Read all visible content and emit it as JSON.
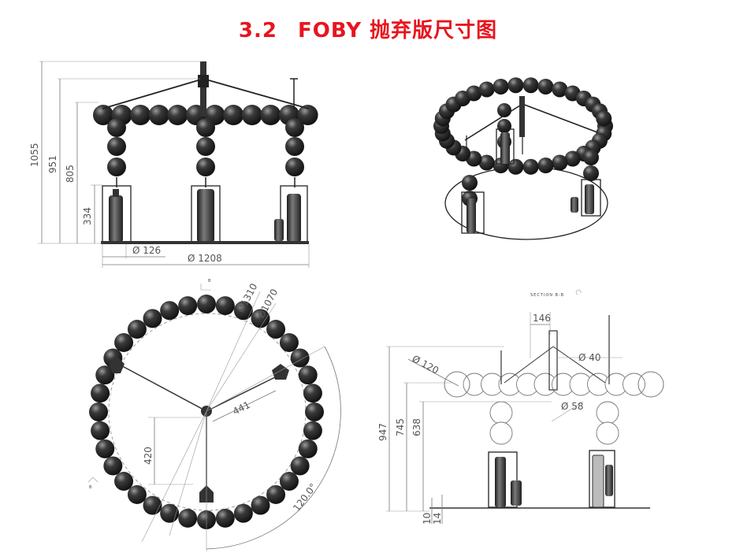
{
  "title": {
    "number": "3.2",
    "text": "FOBY 抛弃版尺寸图"
  },
  "front_view": {
    "dims": {
      "h1": "1055",
      "h2": "951",
      "h3": "805",
      "h4": "334",
      "d_small": "Ø 126",
      "d_large": "Ø 1208"
    }
  },
  "top_view": {
    "dims": {
      "d1": "Ø1310",
      "d2": "Ø1070",
      "r": "441",
      "h": "420",
      "angle": "120.0°",
      "section_mark": "B"
    }
  },
  "section_view": {
    "label": "SECTION B-B",
    "dims": {
      "w": "146",
      "d_ball": "Ø 120",
      "d_rod": "Ø 40",
      "d_hub": "Ø 58",
      "h1": "947",
      "h2": "745",
      "h3": "638",
      "b1": "10",
      "b2": "14"
    }
  },
  "colors": {
    "title": "#e8141e",
    "sphere_dark": "#1a1a1a",
    "sphere_light": "#8a8a8a"
  }
}
